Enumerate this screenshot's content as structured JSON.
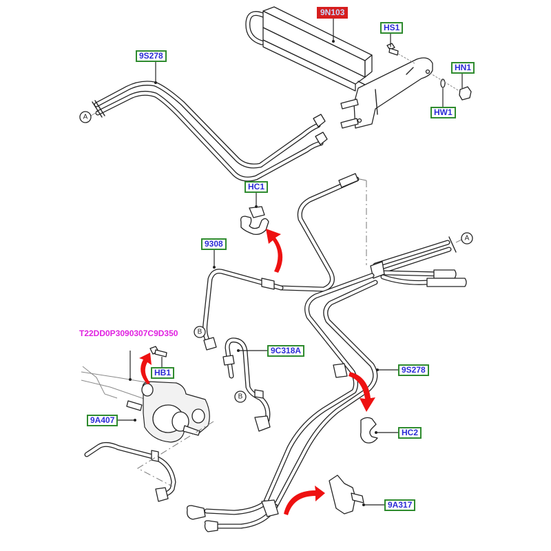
{
  "diagram": {
    "title": "Power steering / fluid cooler and lines exploded view",
    "labels": [
      {
        "key": "cooler",
        "text": "9N103",
        "style": "highlighted"
      },
      {
        "key": "hs1",
        "text": "HS1",
        "style": "normal"
      },
      {
        "key": "hn1",
        "text": "HN1",
        "style": "normal"
      },
      {
        "key": "hw1",
        "text": "HW1",
        "style": "normal"
      },
      {
        "key": "tube_upper",
        "text": "9S278",
        "style": "normal"
      },
      {
        "key": "hc1",
        "text": "HC1",
        "style": "normal"
      },
      {
        "key": "hose_9308",
        "text": "9308",
        "style": "normal"
      },
      {
        "key": "ref_code",
        "text": "T22DD0P3090307C9D350",
        "style": "magenta"
      },
      {
        "key": "hb1",
        "text": "HB1",
        "style": "normal"
      },
      {
        "key": "hose_9c318a",
        "text": "9C318A",
        "style": "normal"
      },
      {
        "key": "tube_lower",
        "text": "9S278",
        "style": "normal"
      },
      {
        "key": "pump",
        "text": "9A407",
        "style": "normal"
      },
      {
        "key": "hc2",
        "text": "HC2",
        "style": "normal"
      },
      {
        "key": "bracket",
        "text": "9A317",
        "style": "normal"
      }
    ],
    "callouts": [
      {
        "key": "a_left",
        "text": "A"
      },
      {
        "key": "a_right",
        "text": "A"
      },
      {
        "key": "b_upper",
        "text": "B"
      },
      {
        "key": "b_lower",
        "text": "B"
      }
    ],
    "colors": {
      "label_border": "#2e8b2e",
      "label_text": "#2b2bd6",
      "highlight_fill": "#d61e1e",
      "ref_code_text": "#e020e0",
      "arrow": "#ee1111",
      "linework": "#222222"
    }
  }
}
